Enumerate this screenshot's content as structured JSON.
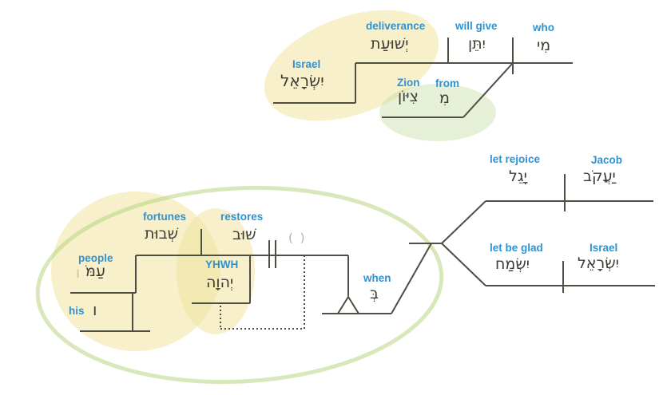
{
  "diagram": {
    "description": "Hebrew syntax diagram with interlinear glosses and highlight ellipses",
    "colors": {
      "gloss_blue": "#2e93d0",
      "hebrew_text": "#3d3d35",
      "line": "#4e4e45",
      "highlight_yellow": "#f0e4a0",
      "highlight_green_fill": "#bed796",
      "highlight_green_outline": "#b8d684",
      "faded_suffix": "#cfc59b",
      "empty_subject_gray": "#b3b3b3"
    }
  },
  "words": {
    "deliverance": {
      "gloss": "deliverance",
      "hebrew": "יְשׁוּעַת"
    },
    "will_give": {
      "gloss": "will give",
      "hebrew": "יִתֵּן"
    },
    "who": {
      "gloss": "who",
      "hebrew": "מִי"
    },
    "israel_top": {
      "gloss": "Israel",
      "hebrew": "יִשְׂרָאֵל"
    },
    "zion": {
      "gloss": "Zion",
      "hebrew": "צִיּוֹן"
    },
    "from": {
      "gloss": "from",
      "hebrew": "מִ"
    },
    "fortunes": {
      "gloss": "fortunes",
      "hebrew": "שְׁבוּת"
    },
    "restores": {
      "gloss": "restores",
      "hebrew": "שׁוּב"
    },
    "people": {
      "gloss": "people",
      "hebrew": "עַמֹּ",
      "hebrew_suffix_faded": "ו"
    },
    "his": {
      "gloss": "his",
      "hebrew": "ו"
    },
    "yhwh": {
      "gloss": "YHWH",
      "hebrew": "יְהוָה"
    },
    "when": {
      "gloss": "when",
      "hebrew": "בְּ"
    },
    "let_rejoice": {
      "gloss": "let rejoice",
      "hebrew": "יָגֵל"
    },
    "jacob": {
      "gloss": "Jacob",
      "hebrew": "יַעֲקֹב"
    },
    "let_be_glad": {
      "gloss": "let be glad",
      "hebrew": "יִשְׂמַח"
    },
    "israel_bottom": {
      "gloss": "Israel",
      "hebrew": "יִשְׂרָאֵל"
    },
    "empty_subject": {
      "text": "( )"
    }
  }
}
